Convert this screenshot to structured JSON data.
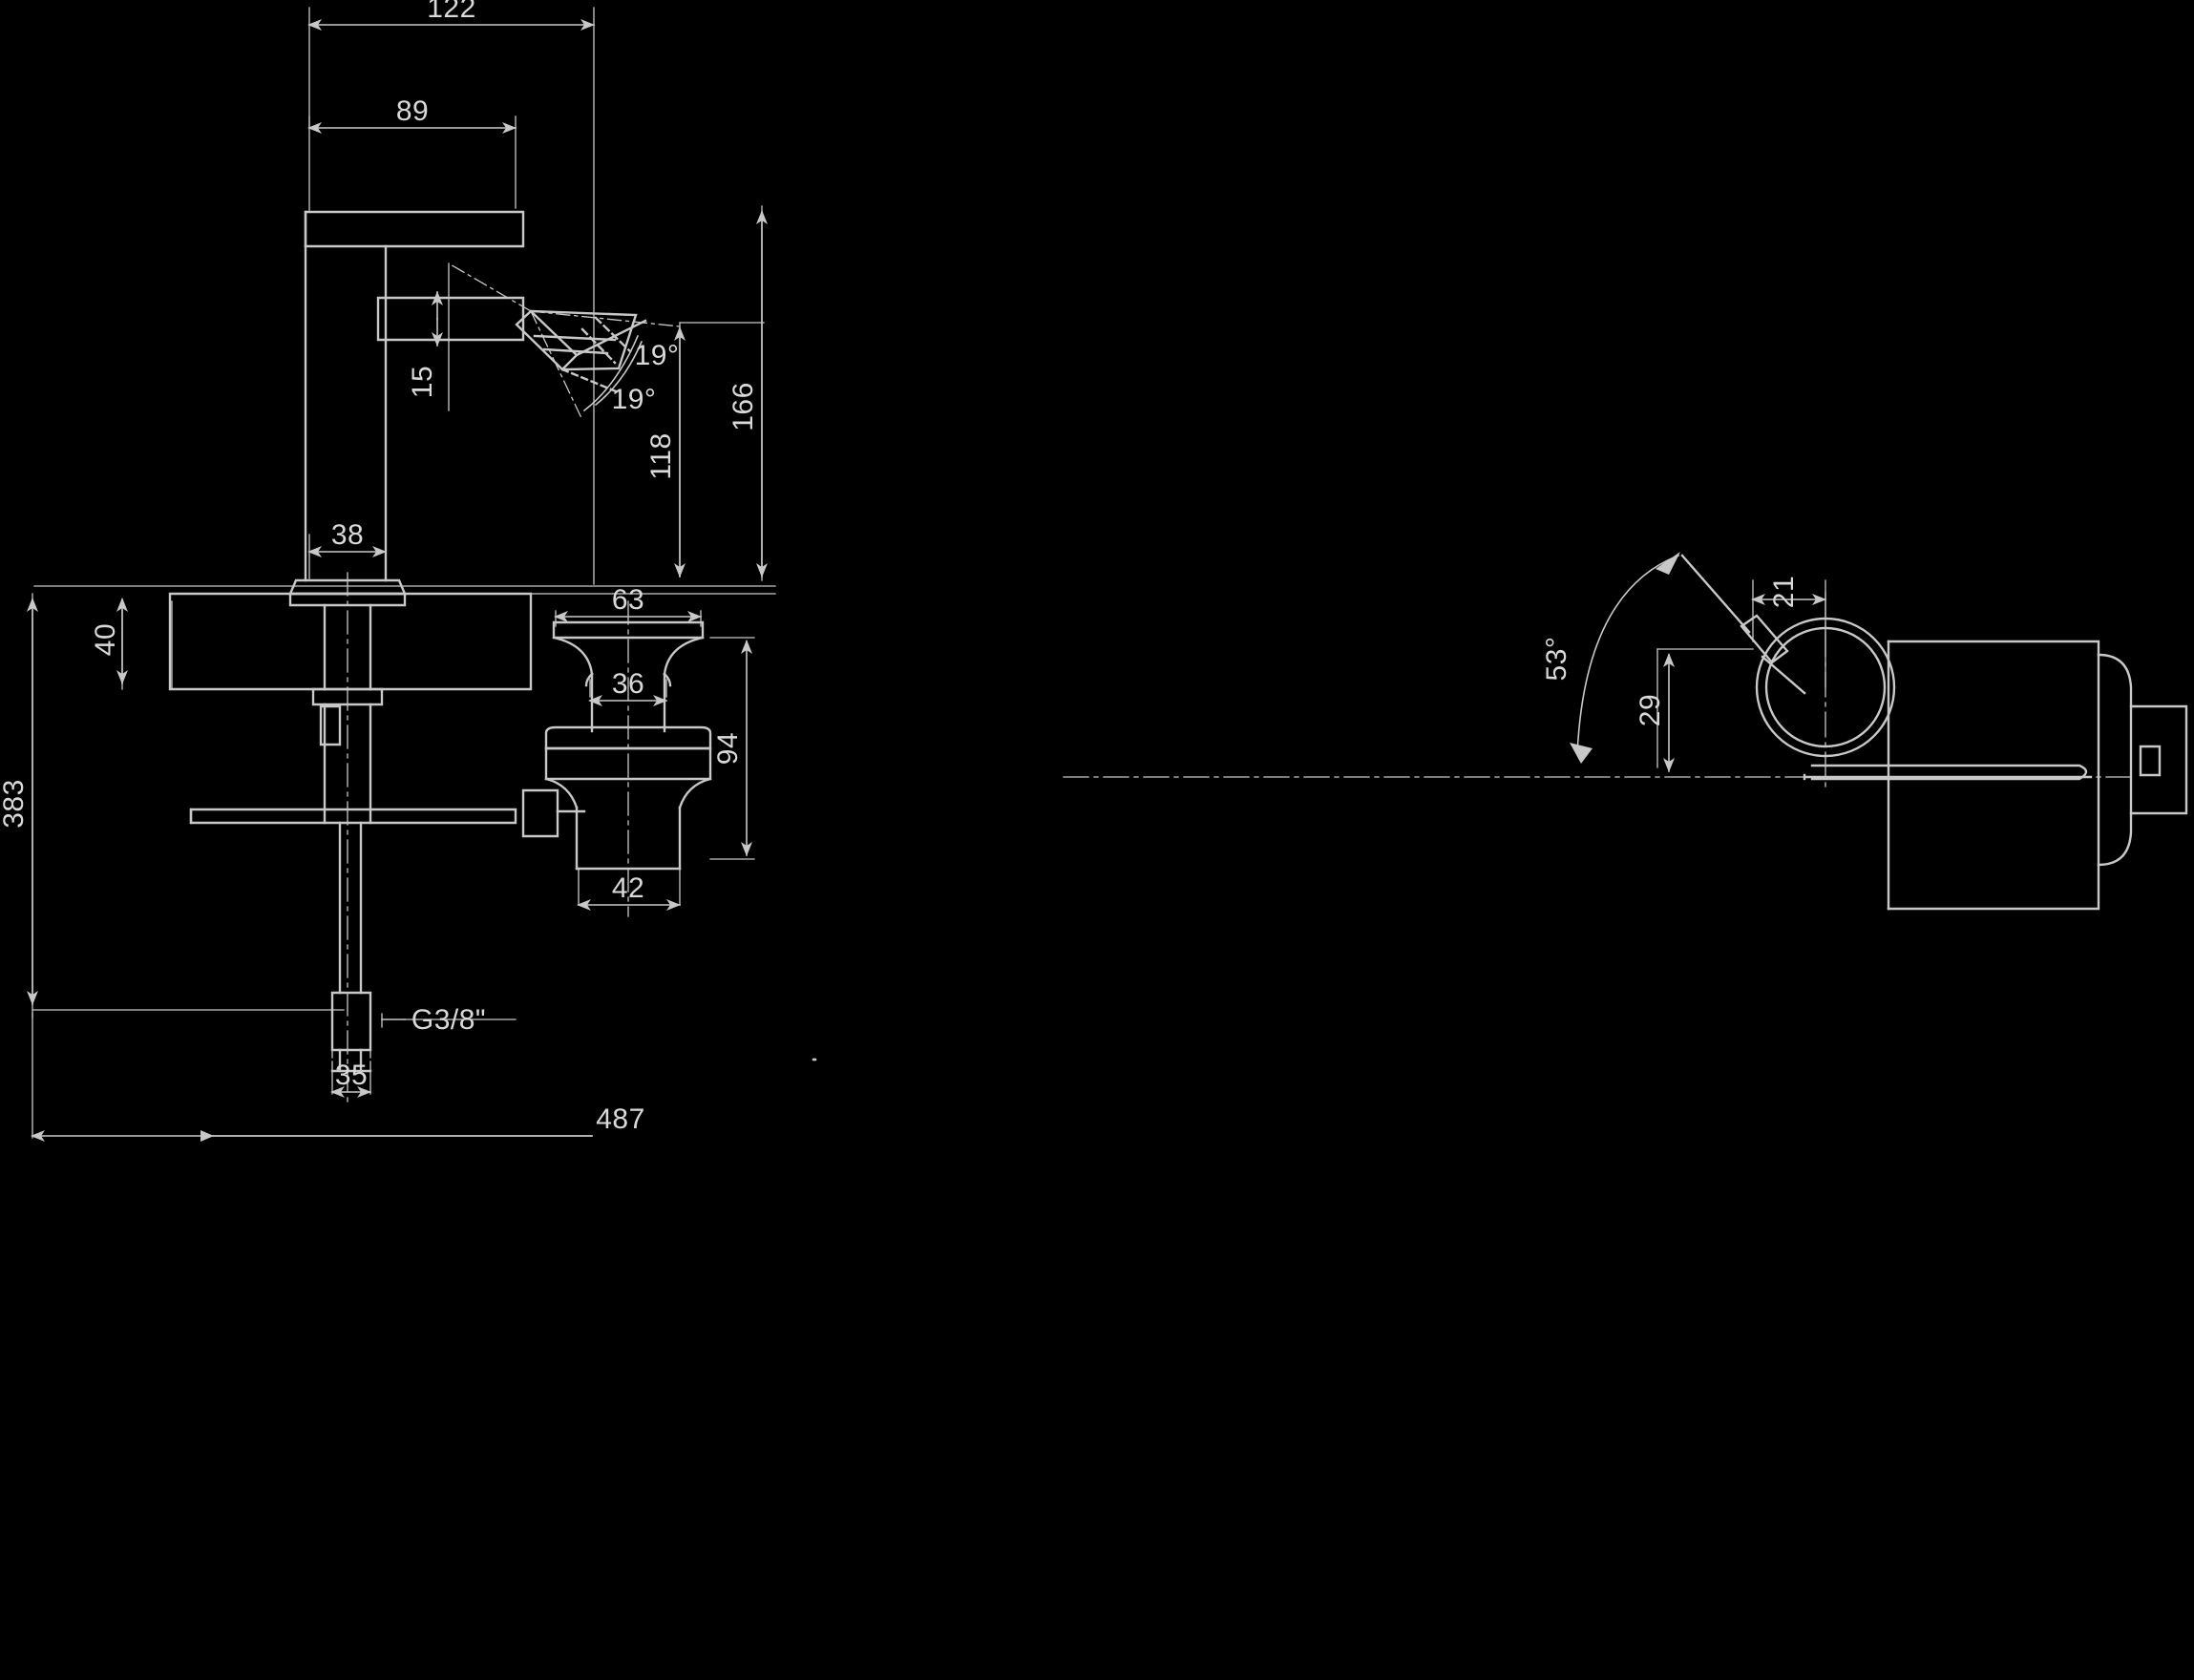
{
  "drawing": {
    "title": "Single-lever basin mixer tap — technical dimension drawing",
    "units": "mm",
    "background_color": "#000000",
    "line_color": "#c8c8c8",
    "text_color": "#d9d9d9",
    "views": [
      {
        "name": "side-elevation",
        "description": "Side elevation of single-lever basin mixer with pop-up waste drain assembly through countertop"
      },
      {
        "name": "handle-plan-detail",
        "description": "Plan detail of the lever handle showing swing arc"
      }
    ],
    "dimensions": {
      "spout_reach_overall": "122",
      "spout_reach_aerator": "89",
      "body_depth": "38",
      "lever_clearance": "15",
      "aerator_angle_upper": "19°",
      "aerator_angle_lower": "19°",
      "aerator_height": "118",
      "total_height_above_counter": "166",
      "counter_thickness": "40",
      "total_length": "383",
      "drain_flange_diameter": "63",
      "drain_stem_diameter": "36",
      "drain_body_height": "94",
      "drain_tailpiece_diameter": "42",
      "thread_callout": "G3/8\"",
      "shank_width": "35",
      "base_to_outlet": "487",
      "handle_offset": "21",
      "handle_height": "29",
      "handle_swing_angle": "53°"
    },
    "labels": [
      {
        "id": "d-122",
        "text": "122"
      },
      {
        "id": "d-89",
        "text": "89"
      },
      {
        "id": "d-38",
        "text": "38"
      },
      {
        "id": "d-15",
        "text": "15"
      },
      {
        "id": "d-19a",
        "text": "19°"
      },
      {
        "id": "d-19b",
        "text": "19°"
      },
      {
        "id": "d-118",
        "text": "118"
      },
      {
        "id": "d-166",
        "text": "166"
      },
      {
        "id": "d-40",
        "text": "40"
      },
      {
        "id": "d-383",
        "text": "383"
      },
      {
        "id": "d-63",
        "text": "63"
      },
      {
        "id": "d-36",
        "text": "36"
      },
      {
        "id": "d-94",
        "text": "94"
      },
      {
        "id": "d-42",
        "text": "42"
      },
      {
        "id": "d-g38",
        "text": "G3/8\""
      },
      {
        "id": "d-35",
        "text": "35"
      },
      {
        "id": "d-487",
        "text": "487"
      },
      {
        "id": "d-21",
        "text": "21"
      },
      {
        "id": "d-29",
        "text": "29"
      },
      {
        "id": "d-53",
        "text": "53°"
      }
    ]
  }
}
